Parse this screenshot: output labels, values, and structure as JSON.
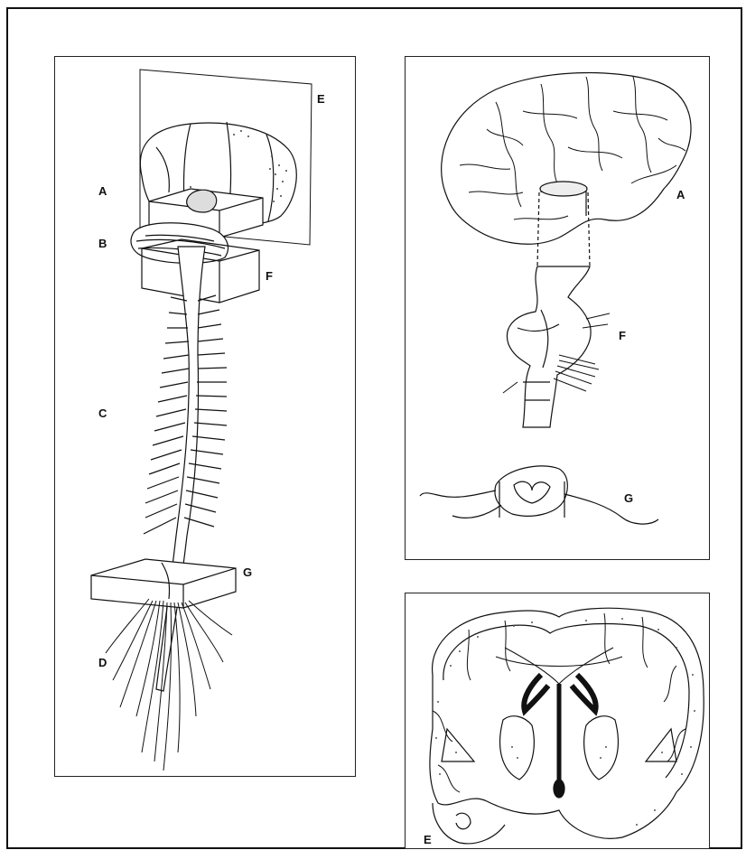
{
  "colors": {
    "ink": "#111111",
    "paper": "#ffffff",
    "stipple": "#555555"
  },
  "panels": {
    "main": {
      "labels": {
        "a": "A",
        "b": "B",
        "c": "C",
        "d": "D",
        "e": "E",
        "f": "F",
        "g": "G"
      }
    },
    "brain_stem": {
      "labels": {
        "a": "A",
        "f": "F",
        "g": "G"
      }
    },
    "coronal_section": {
      "labels": {
        "e": "E"
      }
    }
  }
}
